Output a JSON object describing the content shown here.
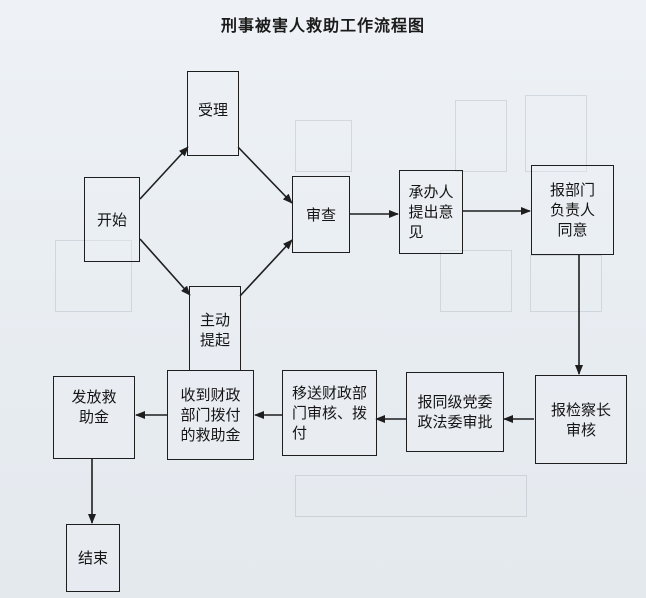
{
  "diagram": {
    "title": "刑事被害人救助工作流程图",
    "nodes": {
      "start": "开始",
      "accept": "受理",
      "initiate": "主动\n提起",
      "review": "审查",
      "handler": "承办人\n提出意\n见",
      "dept_head": "报部门\n负责人\n同意",
      "chief_prosecutor": "报检察长\n审核",
      "party_committee": "报同级党委\n政法委审批",
      "finance_review": "移送财政部\n门审核、拨\n付",
      "receive_funds": "收到财政\n部门拨付\n的救助金",
      "distribute": "发放救\n助金",
      "end": "结束"
    },
    "edges": [
      [
        "start",
        "accept"
      ],
      [
        "start",
        "initiate"
      ],
      [
        "accept",
        "review"
      ],
      [
        "initiate",
        "review"
      ],
      [
        "review",
        "handler"
      ],
      [
        "handler",
        "dept_head"
      ],
      [
        "dept_head",
        "chief_prosecutor"
      ],
      [
        "chief_prosecutor",
        "party_committee"
      ],
      [
        "party_committee",
        "finance_review"
      ],
      [
        "finance_review",
        "receive_funds"
      ],
      [
        "receive_funds",
        "distribute"
      ],
      [
        "distribute",
        "end"
      ]
    ]
  }
}
